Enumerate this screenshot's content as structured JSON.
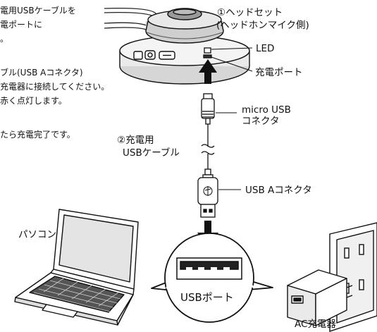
{
  "instructions": {
    "line1": "電用USBケーブルを",
    "line2": "電ポートに",
    "line3": "。",
    "line4": "ブル(USB Aコネクタ)",
    "line5": "充電器に接続してください。",
    "line6": "赤く点灯します。",
    "line7": "たら充電完了です。"
  },
  "labels": {
    "headset_line1": "①ヘッドセット",
    "headset_line2": "(ヘッドホンマイク側)",
    "led": "LED",
    "charge_port": "充電ポート",
    "micro_usb_line1": "micro USB",
    "micro_usb_line2": "コネクタ",
    "cable_line1": "②充電用",
    "cable_line2": "USBケーブル",
    "usb_a": "USB Aコネクタ",
    "pc": "パソコン",
    "usb_port": "USBポート",
    "ac_charger": "AC充電器"
  }
}
